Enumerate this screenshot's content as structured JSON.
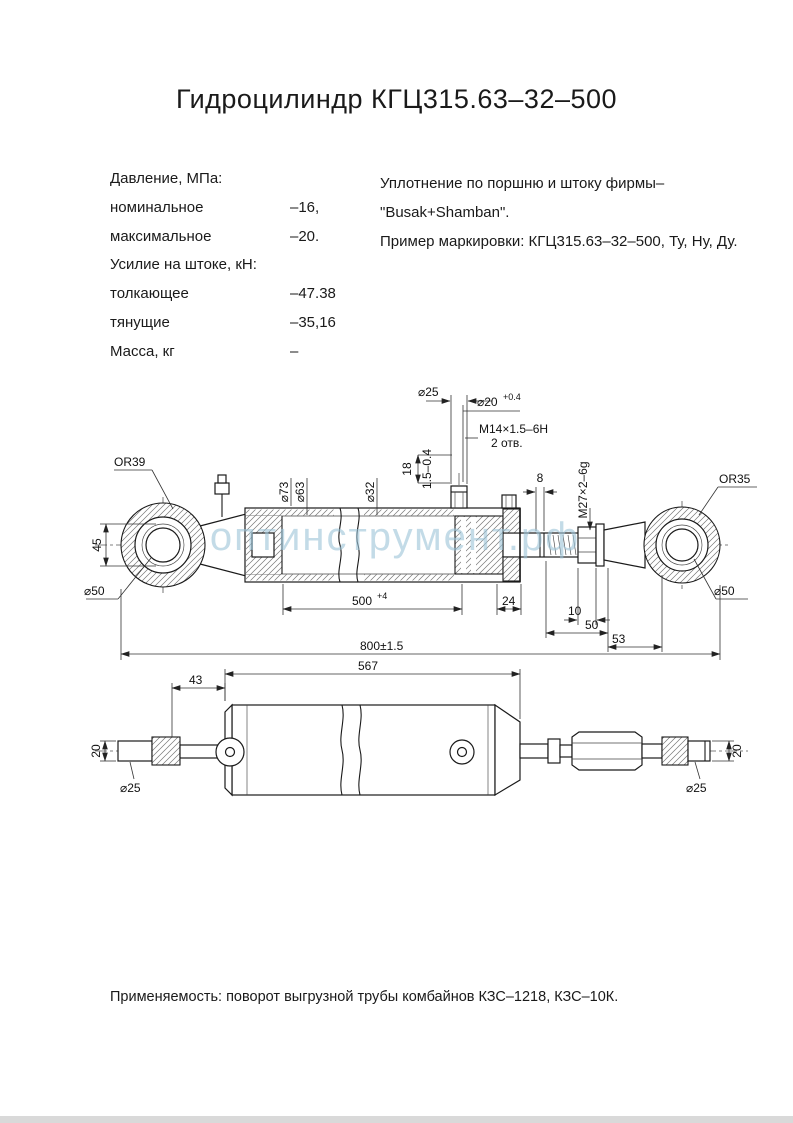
{
  "title": "Гидроцилиндр КГЦ315.63–32–500",
  "specs": {
    "rows": [
      {
        "label": "Давление, МПа:",
        "value": ""
      },
      {
        "label": "номинальное",
        "value": "–16,"
      },
      {
        "label": "максимальное",
        "value": "–20."
      },
      {
        "label": "Усилие на штоке, кН:",
        "value": ""
      },
      {
        "label": "толкающее",
        "value": "–47.38"
      },
      {
        "label": "тянущие",
        "value": "–35,16"
      },
      {
        "label": "Масса, кг",
        "value": "–"
      }
    ]
  },
  "notes": {
    "line1": "Уплотнение по поршню и штоку фирмы–",
    "line2": "\"Busak+Shamban\".",
    "line3": "Пример маркировки: КГЦ315.63–32–500, Ту, Ну, Ду."
  },
  "watermark": "оптинструмент.рф",
  "application": "Применяемость: поворот выгрузной трубы комбайнов КЗС–1218, КЗС–10К.",
  "dims": {
    "or39": "OR39",
    "or35": "OR35",
    "h45": "45",
    "d50_left": "⌀50",
    "d50_right": "⌀50",
    "d25_port": "⌀25",
    "d20": "⌀20",
    "d20_tol": "+0.4",
    "m14": "М14×1.5–6Н",
    "m14_qty": "2 отв.",
    "h18": "18",
    "t15": "1.5–0.4",
    "d73": "⌀73",
    "d63": "⌀63",
    "d32": "⌀32",
    "m27": "М27×2–6g",
    "w8": "8",
    "l500": "500",
    "l500_tol": "+4",
    "l24": "24",
    "l10": "10",
    "l50": "50",
    "l53": "53",
    "l800": "800±1.5",
    "l43": "43",
    "l567": "567",
    "h20_left": "20",
    "h20_right": "20",
    "d25_left": "⌀25",
    "d25_right": "⌀25"
  }
}
